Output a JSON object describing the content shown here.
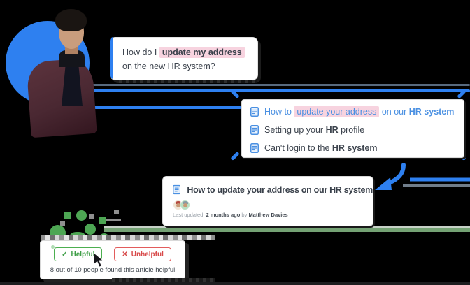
{
  "bubble": {
    "prefix": "How do I",
    "highlight": "update my address",
    "line2": "on the new HR system?"
  },
  "search": {
    "items": [
      {
        "prefix": "How to",
        "highlight": "update your address",
        "mid": "on our",
        "bold": "HR system"
      },
      {
        "prefix": "Setting up your",
        "bold": "HR",
        "suffix": "profile"
      },
      {
        "prefix": "Can't login to the",
        "bold": "HR system"
      }
    ]
  },
  "article": {
    "title": "How to update your address on our HR system",
    "meta": {
      "label": "Last updated:",
      "time": "2 months ago",
      "by": "by",
      "author": "Matthew Davies"
    }
  },
  "feedback": {
    "helpful": {
      "icon": "✓",
      "label": "Helpful"
    },
    "unhelpful": {
      "icon": "✕",
      "label": "Unhelpful"
    },
    "stats": "8 out of 10 people found this article helpful"
  },
  "colors": {
    "accent_blue": "#2e80f0",
    "link_blue": "#4a90e2",
    "highlight_pink": "#f7d3df",
    "helpful_green": "#4caf50",
    "unhelpful_red": "#e25c5c",
    "band_green": "#74a274",
    "background": "#000000"
  }
}
